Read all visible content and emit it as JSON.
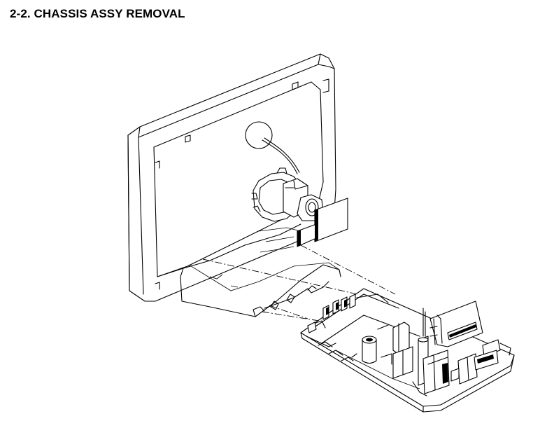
{
  "header": {
    "title": "2-2. CHASSIS ASSY REMOVAL"
  },
  "figure": {
    "parts": [
      "crt-cabinet",
      "crt-neck-assembly",
      "chassis-board",
      "separation-paths"
    ]
  }
}
